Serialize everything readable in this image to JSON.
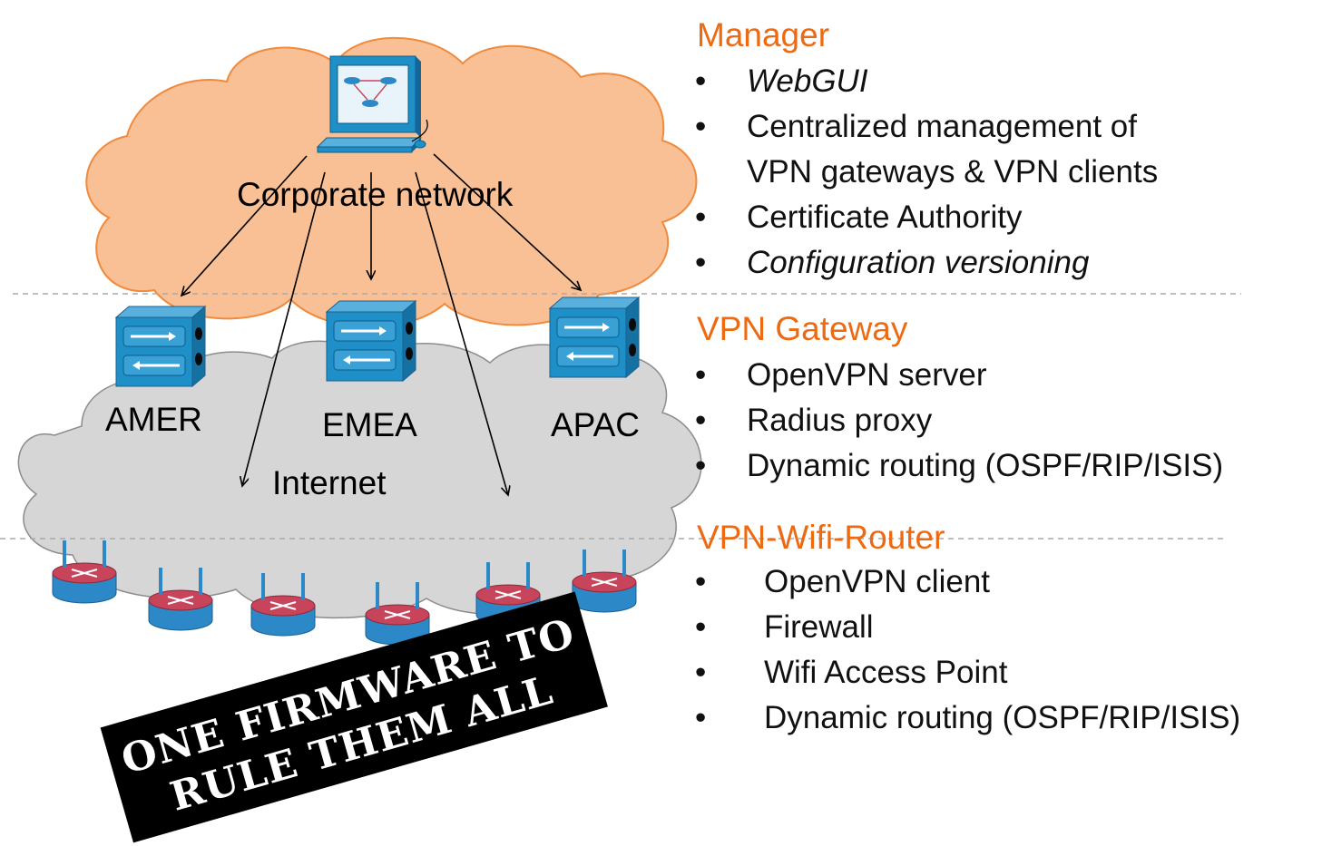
{
  "diagram": {
    "corporate_label": "Corporate network",
    "internet_label": "Internet",
    "gateways": [
      {
        "label": "AMER"
      },
      {
        "label": "EMEA"
      },
      {
        "label": "APAC"
      }
    ],
    "banner_line1": "ONE FIRMWARE TO",
    "banner_line2": "RULE THEM ALL",
    "colors": {
      "corporate_cloud": "#f9bf95",
      "corporate_cloud_stroke": "#f08a3c",
      "internet_cloud": "#d6d6d6",
      "gateway": "#1f8fc7",
      "router_top": "#c7445a",
      "router_base": "#2c88c6",
      "banner": "#000000"
    }
  },
  "sections": [
    {
      "heading": "Manager",
      "items": [
        {
          "bullet": "•",
          "text": "WebGUI",
          "italic": true
        },
        {
          "bullet": "•",
          "text": "Centralized management of"
        },
        {
          "bullet": "",
          "text": "VPN gateways & VPN clients"
        },
        {
          "bullet": "•",
          "text": "Certificate Authority"
        },
        {
          "bullet": "•",
          "text": "Configuration versioning",
          "italic": true
        }
      ]
    },
    {
      "heading": "VPN Gateway",
      "items": [
        {
          "bullet": "•",
          "text": "OpenVPN server"
        },
        {
          "bullet": "•",
          "text": "Radius proxy"
        },
        {
          "bullet": "•",
          "text": "Dynamic routing (OSPF/RIP/ISIS)"
        }
      ]
    },
    {
      "heading": "VPN-Wifi-Router",
      "items": [
        {
          "bullet": "•",
          "text": "OpenVPN client"
        },
        {
          "bullet": "•",
          "text": "Firewall"
        },
        {
          "bullet": "•",
          "text": "Wifi Access Point"
        },
        {
          "bullet": "•",
          "text": "Dynamic routing (OSPF/RIP/ISIS)"
        }
      ]
    }
  ]
}
